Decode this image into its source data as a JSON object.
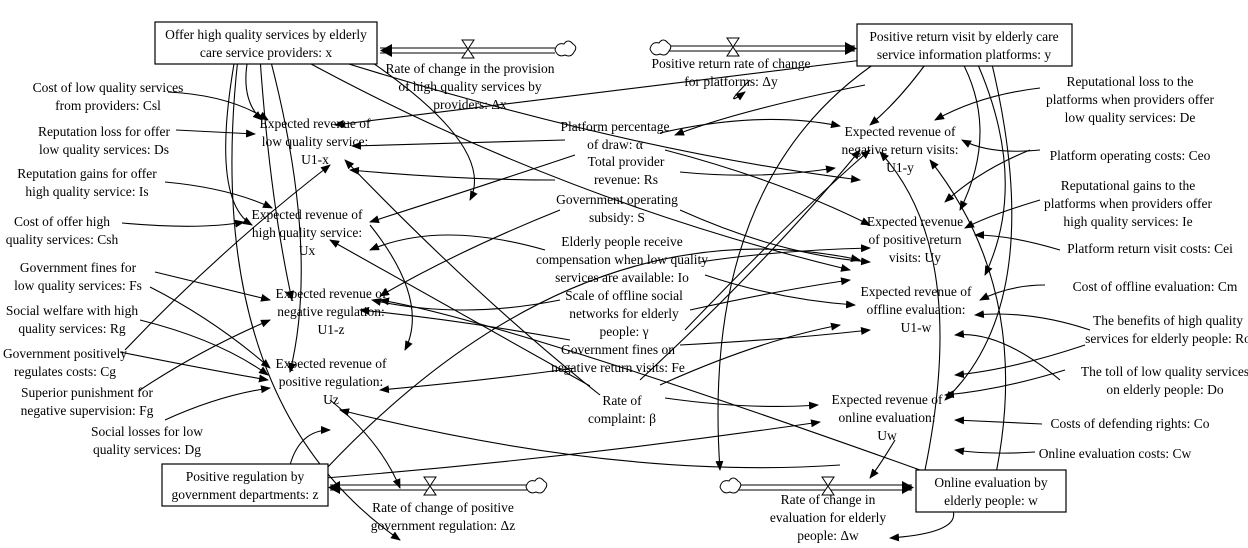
{
  "stocks": {
    "x": [
      "Offer high quality services by elderly",
      "care service providers: x"
    ],
    "y": [
      "Positive return visit by elderly care",
      "service information platforms: y"
    ],
    "z": [
      "Positive regulation by",
      "government departments: z"
    ],
    "w": [
      "Online evaluation by",
      "elderly people: w"
    ]
  },
  "flows": {
    "dx": [
      "Rate of change in the provision",
      "of high quality services by",
      "providers: Δx"
    ],
    "dy": [
      "Positive return rate of change",
      "for platforms: Δy"
    ],
    "dz": [
      "Rate of change of positive",
      "government regulation: Δz"
    ],
    "dw": [
      "Rate of change in",
      "evaluation for elderly",
      "people: Δw"
    ]
  },
  "variables": {
    "u1x": [
      "Expected revenue of",
      "low quality service:",
      "U1-x"
    ],
    "ux": [
      "Expected revenue of",
      "high quality service:",
      "Ux"
    ],
    "u1z": [
      "Expected revenue of",
      "negative regulation:",
      "U1-z"
    ],
    "uz": [
      "Expected revenue of",
      "positive regulation:",
      "Uz"
    ],
    "u1y": [
      "Expected revenue of",
      "negative return visits:",
      "U1-y"
    ],
    "uy": [
      "Expected revenue",
      "of positive return",
      "visits: Uy"
    ],
    "u1w": [
      "Expected revenue of",
      "offline evaluation:",
      "U1-w"
    ],
    "uw": [
      "Expected revenue of",
      "online evaluation:",
      "Uw"
    ]
  },
  "parameters": {
    "csl": [
      "Cost of low quality services",
      "from providers: Csl"
    ],
    "ds": [
      "Reputation loss for offer",
      "low quality services: Ds"
    ],
    "is": [
      "Reputation gains for offer",
      "high quality service: Is"
    ],
    "csh": [
      "Cost of offer high",
      "quality services: Csh"
    ],
    "fs": [
      "Government fines for",
      "low quality services: Fs"
    ],
    "rg": [
      "Social welfare with high",
      "quality services: Rg"
    ],
    "cg": [
      "Government positively",
      "regulates costs: Cg"
    ],
    "fg": [
      "Superior punishment for",
      "negative supervision: Fg"
    ],
    "dg": [
      "Social losses for low",
      "quality services: Dg"
    ],
    "alpha": [
      "Platform percentage",
      "of draw: α"
    ],
    "rs": [
      "Total provider",
      "revenue: Rs"
    ],
    "s": [
      "Government operating",
      "subsidy: S"
    ],
    "io": [
      "Elderly people receive",
      "compensation when low quality",
      "services are available: Io"
    ],
    "gamma": [
      "Scale of offline social",
      "networks for elderly",
      "people: γ"
    ],
    "fe": [
      "Government fines on",
      "negative return visits: Fe"
    ],
    "beta": [
      "Rate of",
      "complaint: β"
    ],
    "de": [
      "Reputational loss to the",
      "platforms when providers offer",
      "low quality services: De"
    ],
    "ceo": [
      "Platform operating costs: Ceo"
    ],
    "ie": [
      "Reputational gains to the",
      "platforms when providers offer",
      "high quality services: Ie"
    ],
    "cei": [
      "Platform return visit costs: Cei"
    ],
    "cm": [
      "Cost of offline evaluation: Cm"
    ],
    "ro": [
      "The benefits of high quality",
      "services for elderly people: Ro"
    ],
    "do": [
      "The toll of low quality services",
      "on elderly people: Do"
    ],
    "co": [
      "Costs of defending rights: Co"
    ],
    "cw": [
      "Online evaluation costs: Cw"
    ]
  }
}
